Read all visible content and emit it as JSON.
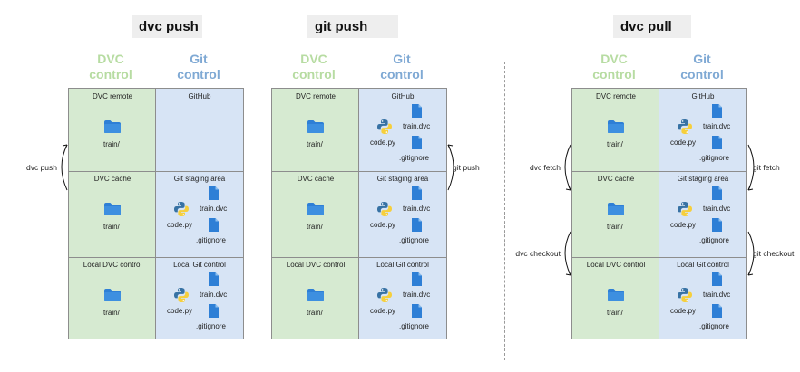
{
  "panels": [
    {
      "title": "dvc push",
      "dvc_header": "DVC control",
      "git_header": "Git control",
      "rows": [
        {
          "dvc": "DVC remote",
          "git": "GitHub",
          "git_files": false
        },
        {
          "dvc": "DVC cache",
          "git": "Git staging area",
          "git_files": true
        },
        {
          "dvc": "Local DVC control",
          "git": "Local Git control",
          "git_files": true
        }
      ],
      "arrows": [
        {
          "label": "dvc push",
          "side": "left",
          "from_row": 1,
          "dir": "up"
        }
      ]
    },
    {
      "title": "git push",
      "dvc_header": "DVC control",
      "git_header": "Git control",
      "rows": [
        {
          "dvc": "DVC remote",
          "git": "GitHub",
          "git_files": true
        },
        {
          "dvc": "DVC cache",
          "git": "Git staging area",
          "git_files": true
        },
        {
          "dvc": "Local DVC control",
          "git": "Local Git control",
          "git_files": true
        }
      ],
      "arrows": [
        {
          "label": "git push",
          "side": "right",
          "from_row": 1,
          "dir": "up"
        }
      ]
    },
    {
      "title": "dvc pull",
      "dvc_header": "DVC control",
      "git_header": "Git control",
      "rows": [
        {
          "dvc": "DVC remote",
          "git": "GitHub",
          "git_files": true
        },
        {
          "dvc": "DVC cache",
          "git": "Git staging area",
          "git_files": true
        },
        {
          "dvc": "Local DVC control",
          "git": "Local Git control",
          "git_files": true
        }
      ],
      "arrows": [
        {
          "label": "dvc fetch",
          "side": "left",
          "from_row": 0,
          "dir": "down"
        },
        {
          "label": "dvc checkout",
          "side": "left",
          "from_row": 1,
          "dir": "down"
        },
        {
          "label": "git fetch",
          "side": "right",
          "from_row": 0,
          "dir": "down"
        },
        {
          "label": "git checkout",
          "side": "right",
          "from_row": 1,
          "dir": "down"
        }
      ]
    }
  ],
  "files": {
    "folder": "train/",
    "dvc_file": "train.dvc",
    "py_file": "code.py",
    "ignore_file": ".gitignore"
  },
  "colors": {
    "dvc_bg": "#d6ead1",
    "git_bg": "#d7e4f5",
    "dvc_header": "#b7dca2",
    "git_header": "#7fa9d4",
    "folder": "#2e7fd6",
    "file": "#2e7fd6",
    "border": "#8d8d8d"
  },
  "icons": {
    "folder": "folder-icon",
    "file": "file-icon",
    "python": "python-icon"
  }
}
